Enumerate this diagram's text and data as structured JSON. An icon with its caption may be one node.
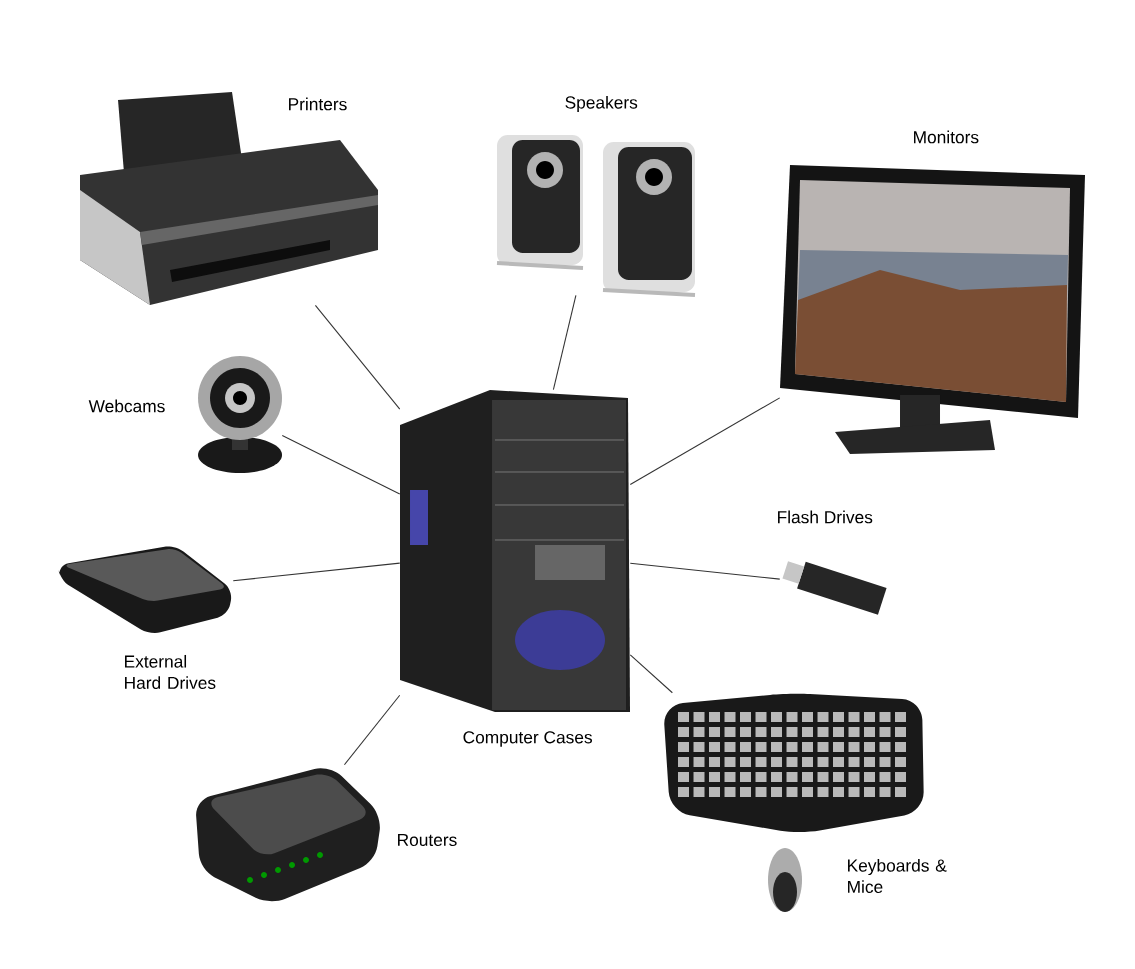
{
  "diagram": {
    "nodes": [
      {
        "text": [
          "Printers"
        ]
      },
      {
        "text": [
          "Speakers"
        ]
      },
      {
        "text": [
          "Monitors"
        ]
      },
      {
        "text": [
          "Webcams"
        ]
      },
      {
        "text": [
          "Computer Cases"
        ]
      },
      {
        "text": [
          "Flash Drives"
        ]
      },
      {
        "text": [
          "External Hard Drives"
        ]
      },
      {
        "text": [
          "Routers"
        ]
      },
      {
        "text": [
          "Keyboards & Mice"
        ]
      }
    ],
    "edges": [
      {
        "from": 0,
        "to": 4,
        "arrow": "none"
      },
      {
        "from": 1,
        "to": 4,
        "arrow": "none"
      },
      {
        "from": 2,
        "to": 4,
        "arrow": "none"
      },
      {
        "from": 3,
        "to": 4,
        "arrow": "none"
      },
      {
        "from": 6,
        "to": 4,
        "arrow": "none"
      },
      {
        "from": 5,
        "to": 4,
        "arrow": "none"
      },
      {
        "from": 8,
        "to": 4,
        "arrow": "none"
      },
      {
        "from": 7,
        "to": 4,
        "arrow": "none"
      }
    ]
  }
}
